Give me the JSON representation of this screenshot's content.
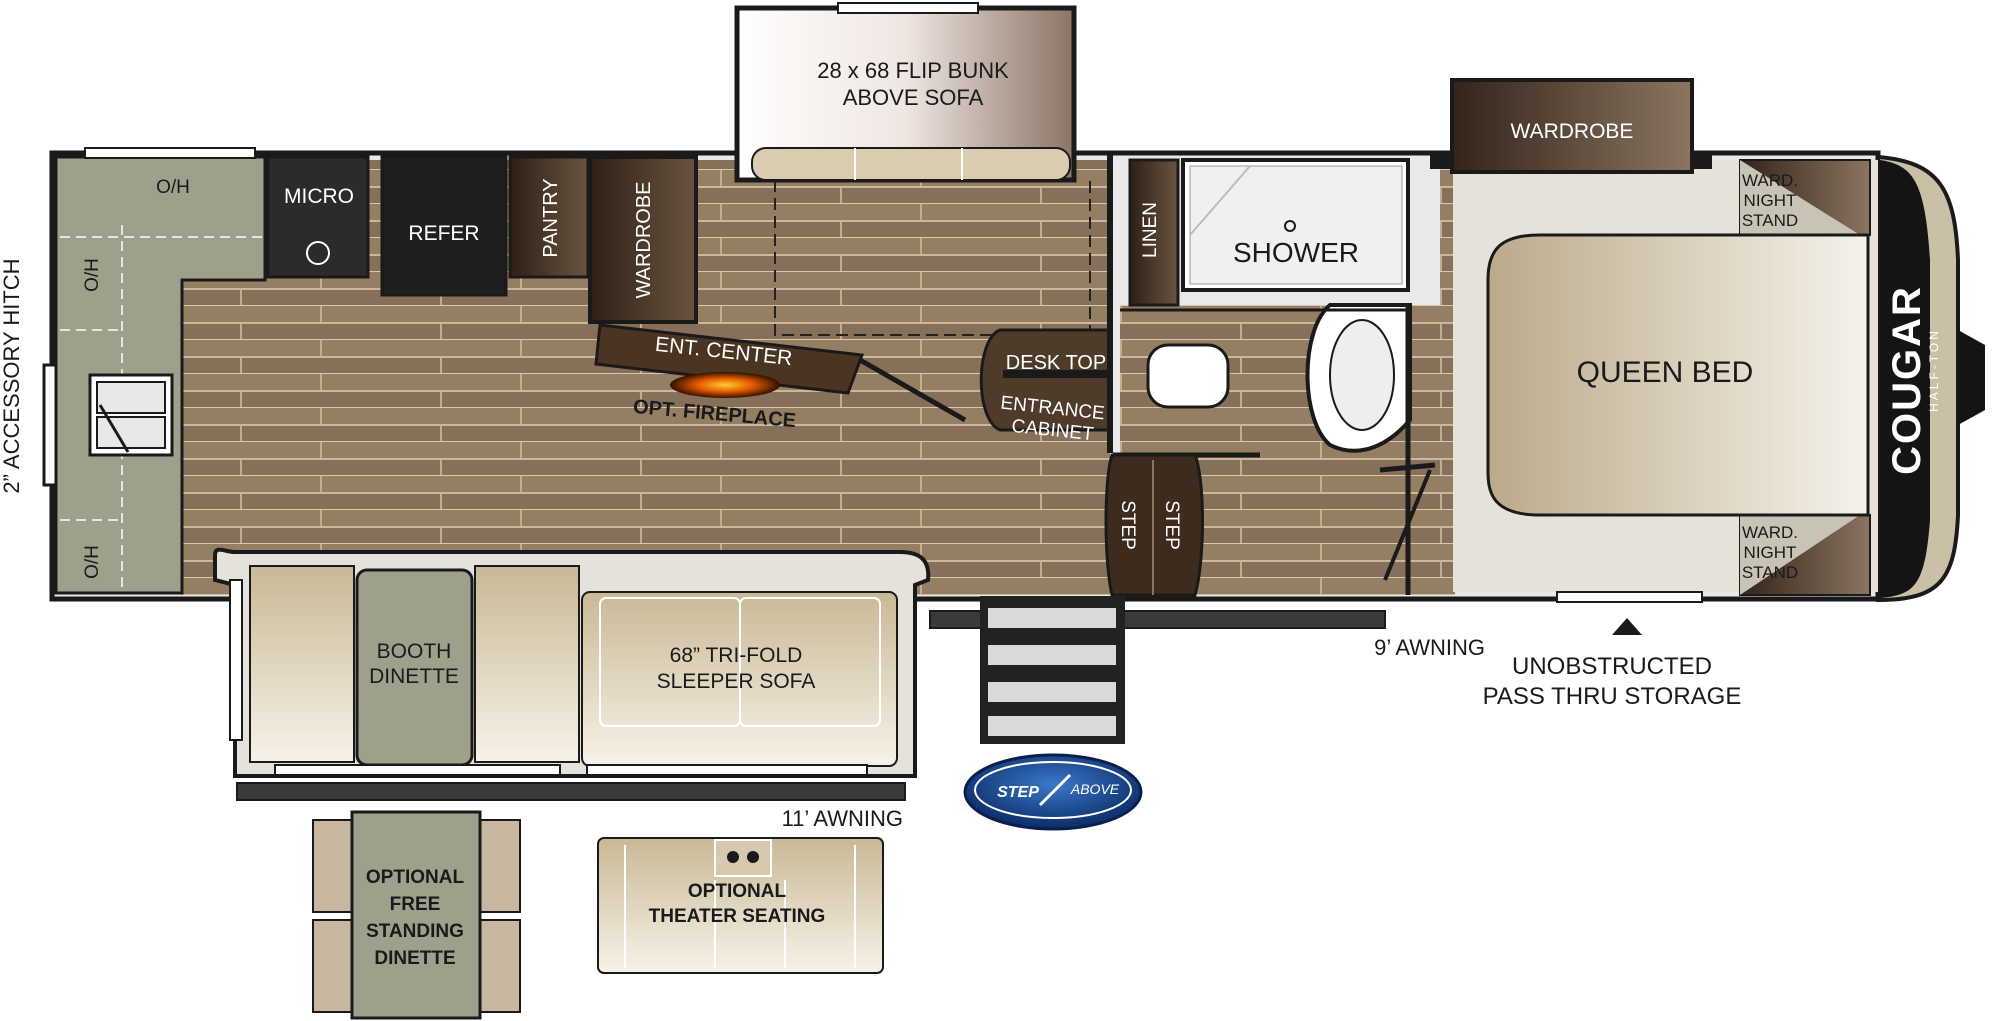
{
  "labels": {
    "flip_bunk_1": "28 x 68 FLIP BUNK",
    "flip_bunk_2": "ABOVE SOFA",
    "wardrobe_front": "WARDROBE",
    "oh_top": "O/H",
    "oh_left_upper": "O/H",
    "oh_left_lower": "O/H",
    "micro": "MICRO",
    "refer": "REFER",
    "pantry": "PANTRY",
    "wardrobe_living": "WARDROBE",
    "ent_center": "ENT. CENTER",
    "opt_fireplace": "OPT. FIREPLACE",
    "desk_top": "DESK TOP",
    "entrance_cabinet_1": "ENTRANCE",
    "entrance_cabinet_2": "CABINET",
    "linen": "LINEN",
    "shower": "SHOWER",
    "step_1": "STEP",
    "step_2": "STEP",
    "ward_night_stand_top_1": "WARD.",
    "ward_night_stand_top_2": "NIGHT",
    "ward_night_stand_top_3": "STAND",
    "ward_night_stand_bot_1": "WARD.",
    "ward_night_stand_bot_2": "NIGHT",
    "ward_night_stand_bot_3": "STAND",
    "queen_bed": "QUEEN BED",
    "booth_dinette_1": "BOOTH",
    "booth_dinette_2": "DINETTE",
    "sofa_1": "68” TRI-FOLD",
    "sofa_2": "SLEEPER SOFA",
    "awning_9": "9’ AWNING",
    "awning_11": "11’ AWNING",
    "pass_thru_1": "UNOBSTRUCTED",
    "pass_thru_2": "PASS THRU STORAGE",
    "hitch": "2” ACCESSORY HITCH",
    "opt_dinette_1": "OPTIONAL",
    "opt_dinette_2": "FREE",
    "opt_dinette_3": "STANDING",
    "opt_dinette_4": "DINETTE",
    "opt_theater_1": "OPTIONAL",
    "opt_theater_2": "THEATER SEATING"
  },
  "logos": {
    "brand": "COUGAR",
    "brand_sub": "HALF-TON",
    "step_above_1": "STEP",
    "step_above_2": "ABOVE"
  },
  "colors": {
    "floor": "#8e7a5e",
    "kitchen_counter": "#9fa08c",
    "dark_cabinet": "#3a2a1c",
    "outline": "#1a1a1a"
  }
}
